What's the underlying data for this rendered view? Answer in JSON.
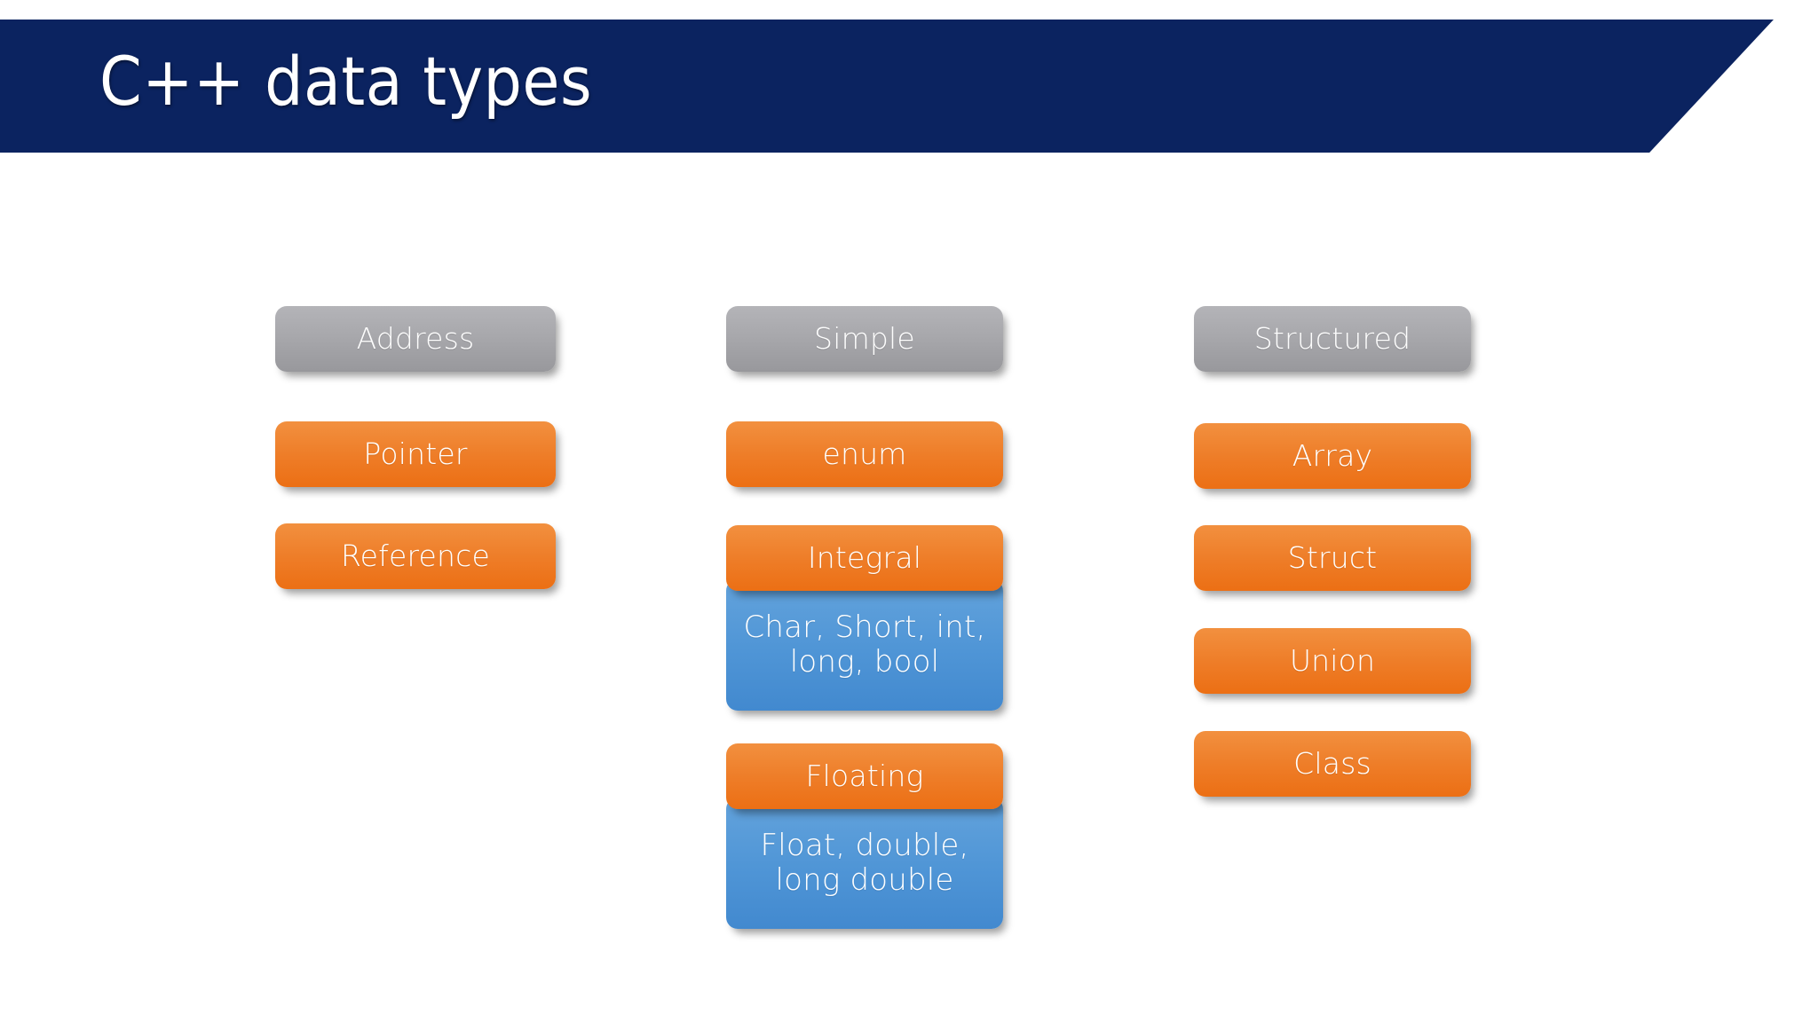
{
  "slide": {
    "title": "C++ data types",
    "background_color": "#ffffff",
    "banner_color": "#0b2360",
    "title_color": "#ffffff"
  },
  "palette": {
    "header_gray": "#a8a8ac",
    "accent_orange": "#ee7d28",
    "detail_blue": "#4f95d6",
    "text_white": "#ffffff"
  },
  "diagram": {
    "type": "category-tree",
    "columns": [
      {
        "id": "address",
        "header": "Address",
        "header_color": "#a8a8ac",
        "items": [
          {
            "label": "Pointer",
            "color": "#ee7d28",
            "detail": null
          },
          {
            "label": "Reference",
            "color": "#ee7d28",
            "detail": null
          }
        ]
      },
      {
        "id": "simple",
        "header": "Simple",
        "header_color": "#a8a8ac",
        "items": [
          {
            "label": "enum",
            "color": "#ee7d28",
            "detail": null
          },
          {
            "label": "Integral",
            "color": "#ee7d28",
            "detail": "Char, Short, int, long, bool",
            "detail_color": "#4f95d6"
          },
          {
            "label": "Floating",
            "color": "#ee7d28",
            "detail": "Float, double, long double",
            "detail_color": "#4f95d6"
          }
        ]
      },
      {
        "id": "structured",
        "header": "Structured",
        "header_color": "#a8a8ac",
        "items": [
          {
            "label": "Array",
            "color": "#ee7d28",
            "detail": null
          },
          {
            "label": "Struct",
            "color": "#ee7d28",
            "detail": null
          },
          {
            "label": "Union",
            "color": "#ee7d28",
            "detail": null
          },
          {
            "label": "Class",
            "color": "#ee7d28",
            "detail": null
          }
        ]
      }
    ]
  }
}
